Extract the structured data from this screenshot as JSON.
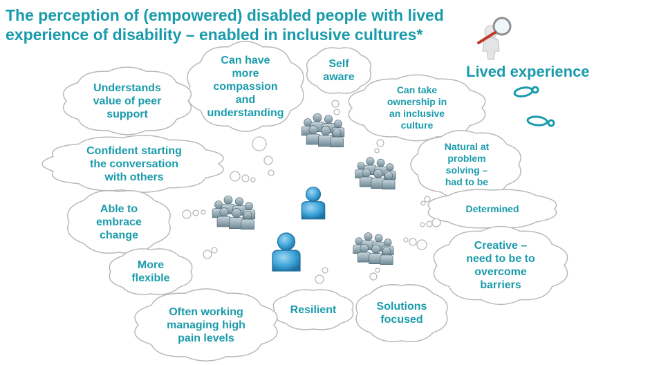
{
  "title": {
    "line1": "The perception of  (empowered) disabled people with  lived",
    "line2": "experience of disability – enabled in inclusive cultures*"
  },
  "header_label": "Lived experience",
  "colors": {
    "text": "#1a9bab",
    "cloud_stroke": "#b8b8b8",
    "person_blue": "#3ba3d8",
    "group_gray": "#8fa8b4"
  },
  "icons": [
    "magnifier-person-icon",
    "footprints-icon",
    "person-icon",
    "people-group-icon"
  ],
  "clouds": [
    {
      "id": "compassion",
      "lines": [
        "Can  have",
        "more",
        "compassion",
        "and",
        "understanding"
      ]
    },
    {
      "id": "self-aware",
      "lines": [
        "Self",
        "aware"
      ]
    },
    {
      "id": "peer-support",
      "lines": [
        "Understands",
        "value of peer",
        "support"
      ]
    },
    {
      "id": "ownership",
      "lines": [
        "Can take",
        "ownership in",
        "an inclusive",
        "culture"
      ]
    },
    {
      "id": "confident",
      "lines": [
        "Confident starting",
        "the  conversation",
        "with others"
      ]
    },
    {
      "id": "problem-solving",
      "lines": [
        "Natural at",
        "problem",
        "solving –",
        "had to be"
      ]
    },
    {
      "id": "determined",
      "lines": [
        "Determined"
      ]
    },
    {
      "id": "embrace-change",
      "lines": [
        "Able to",
        "embrace",
        "change"
      ]
    },
    {
      "id": "creative",
      "lines": [
        "Creative –",
        "need to be to",
        "overcome",
        "barriers"
      ]
    },
    {
      "id": "flexible",
      "lines": [
        "More",
        "flexible"
      ]
    },
    {
      "id": "resilient",
      "lines": [
        "Resilient"
      ]
    },
    {
      "id": "solutions",
      "lines": [
        "Solutions",
        "focused"
      ]
    },
    {
      "id": "pain-levels",
      "lines": [
        "Often working",
        "managing high",
        "pain levels"
      ]
    }
  ]
}
